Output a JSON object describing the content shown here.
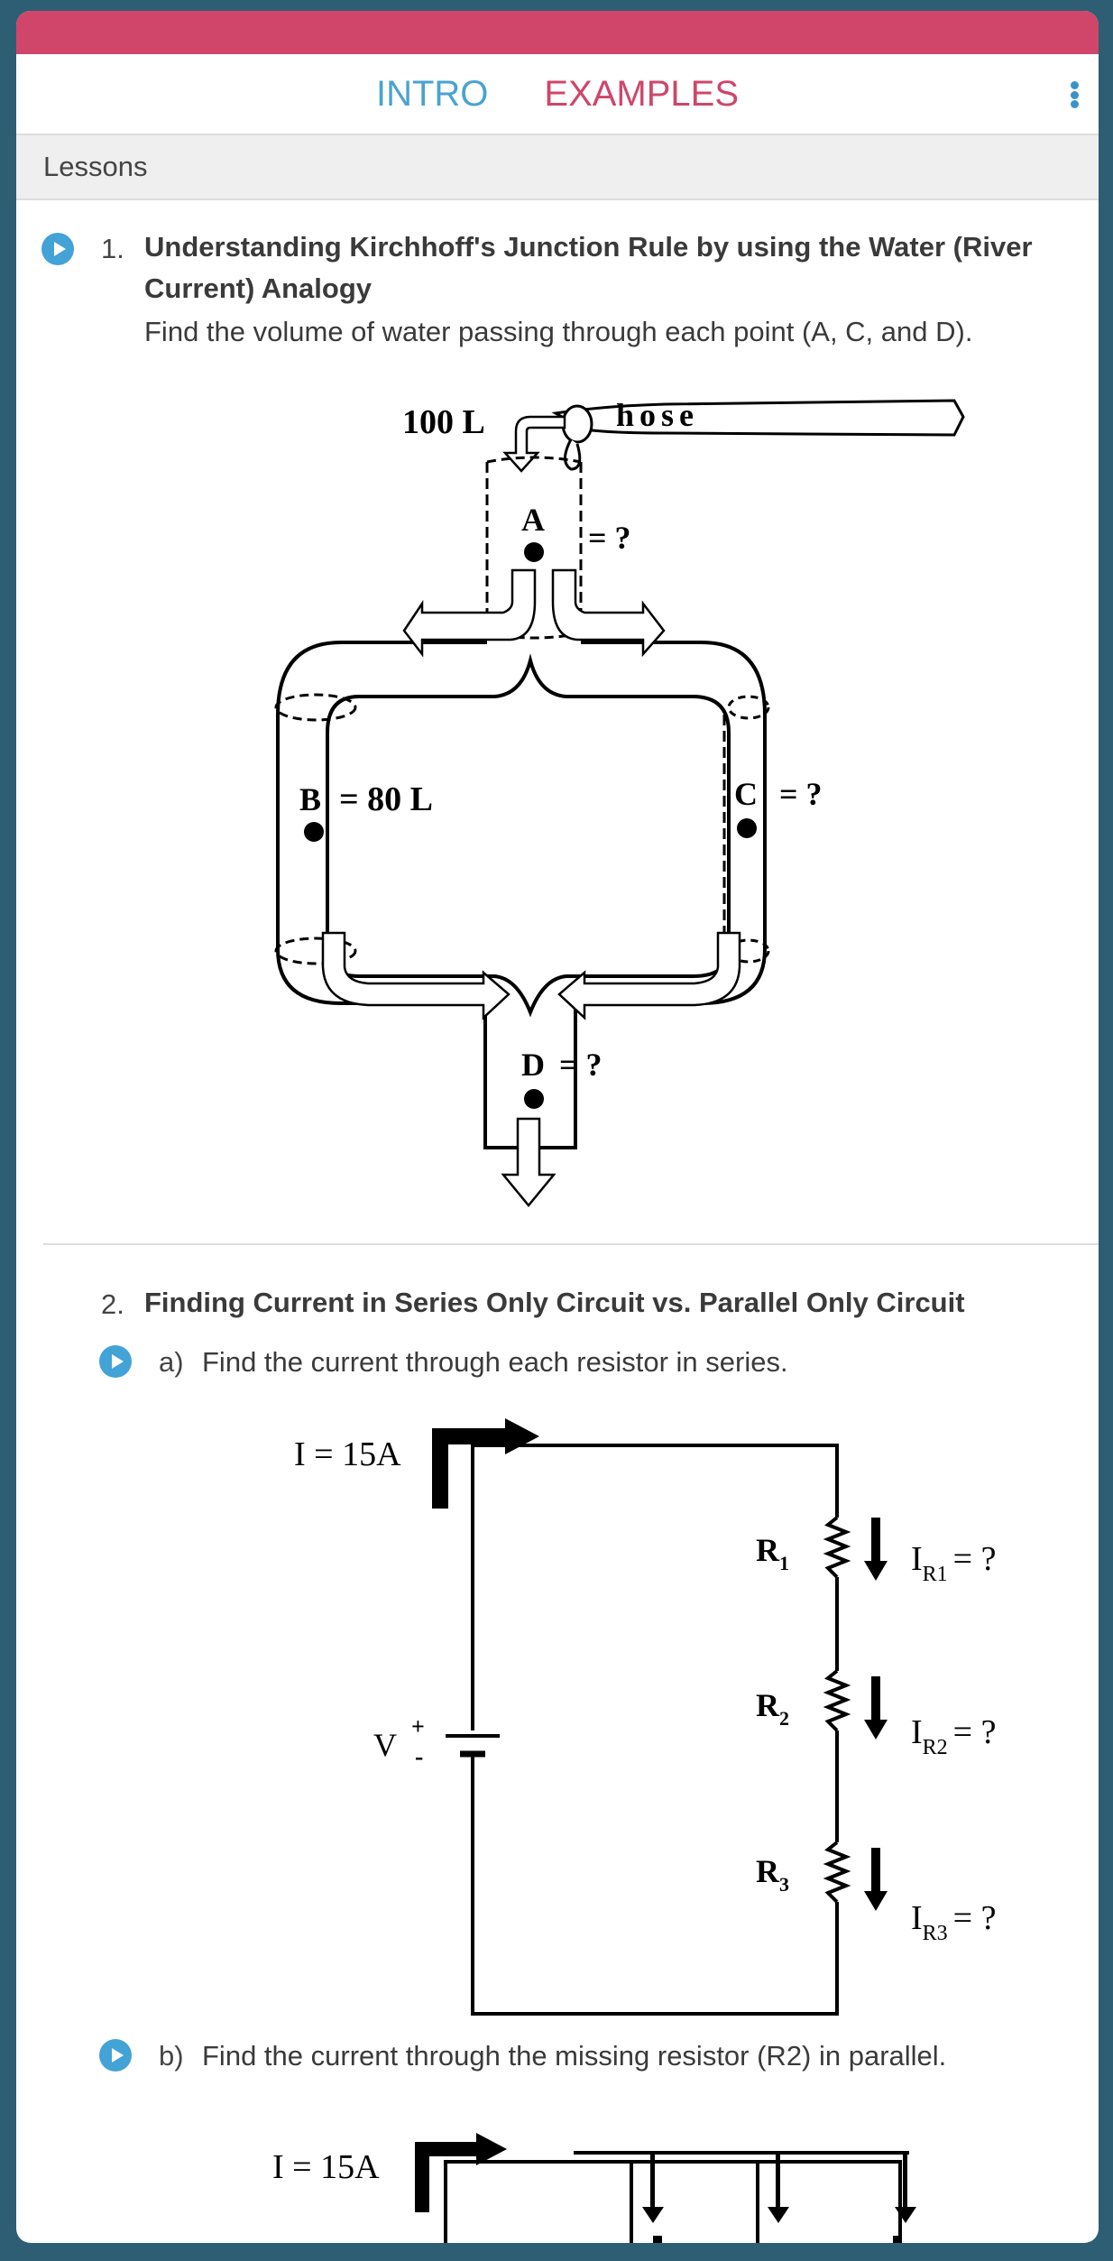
{
  "tabs": {
    "intro": "INTRO",
    "examples": "EXAMPLES"
  },
  "section": {
    "title": "Lessons"
  },
  "lessons": [
    {
      "number": "1.",
      "title": "Understanding Kirchhoff's Junction Rule by using the Water (River Current) Analogy",
      "description": "Find the volume of water passing through each point (A, C, and D).",
      "diagram": {
        "hose_label": "hose",
        "inflow": "100 L",
        "point_a": "A",
        "point_a_value": "= ?",
        "point_b": "B",
        "point_b_value": "= 80 L",
        "point_c": "C",
        "point_c_value": "= ?",
        "point_d": "D",
        "point_d_value": "= ?"
      }
    },
    {
      "number": "2.",
      "title": "Finding Current in Series Only Circuit vs. Parallel Only Circuit",
      "parts": [
        {
          "letter": "a)",
          "text": "Find the current through each resistor in series.",
          "diagram": {
            "current": "I = 15A",
            "voltage": "V",
            "plus": "+",
            "minus": "-",
            "resistors": [
              {
                "name": "R",
                "sub": "1",
                "current_label": "I",
                "current_sub": "R1",
                "value": "= ?"
              },
              {
                "name": "R",
                "sub": "2",
                "current_label": "I",
                "current_sub": "R2",
                "value": "= ?"
              },
              {
                "name": "R",
                "sub": "3",
                "current_label": "I",
                "current_sub": "R3",
                "value": "= ?"
              }
            ]
          }
        },
        {
          "letter": "b)",
          "text": "Find the current through the missing resistor (R2) in parallel.",
          "diagram": {
            "current": "I = 15A"
          }
        }
      ]
    }
  ]
}
